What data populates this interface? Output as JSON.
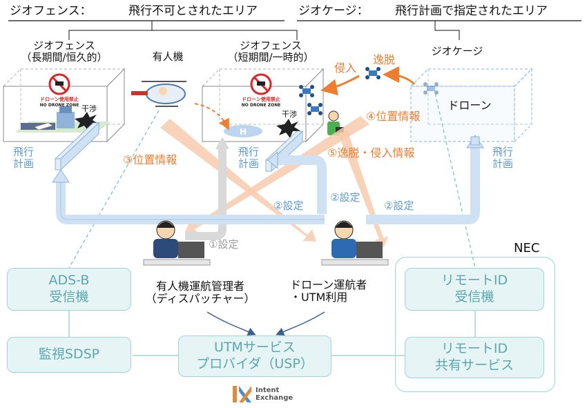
{
  "header": {
    "geofence_title": "ジオフェンス：",
    "geofence_desc": "飛行不可とされたエリア",
    "geocage_title": "ジオケージ：",
    "geocage_desc": "飛行計画で指定されたエリア"
  },
  "zones": {
    "geofence_long": [
      "ジオフェンス",
      "（長期間/恒久的）"
    ],
    "geofence_short": [
      "ジオフェンス",
      "（短期間/一時的）"
    ],
    "geocage": "ジオケージ",
    "drone_in_cage": "ドローン"
  },
  "aircraft": {
    "manned": "有人機",
    "sign_line1": "ドローン使用禁止",
    "sign_line2": "NO DRONE ZONE",
    "heliport": "H"
  },
  "labels": {
    "interference": "干渉",
    "flight_plan": [
      "飛行",
      "計画"
    ],
    "intrusion": "侵入",
    "departure": "逸脱",
    "position_info_3": "③位置情報",
    "position_info_4": "④位置情報",
    "departure_intrusion_info": "⑤逸脱・侵入情報",
    "setting_1": "①設定",
    "setting_2": "②設定"
  },
  "people": {
    "dispatcher": [
      "有人機運航管理者",
      "（ディスパッチャー）"
    ],
    "drone_operator": [
      "ドローン運航者",
      "・UTM利用"
    ]
  },
  "systems": {
    "adsb": [
      "ADS-B",
      "受信機"
    ],
    "sdsp": "監視SDSP",
    "usp": [
      "UTMサービス",
      "プロバイダ（USP）"
    ],
    "remote_id_receiver": [
      "リモートID",
      "受信機"
    ],
    "remote_id_share": [
      "リモートID",
      "共有サービス"
    ],
    "nec": "NEC"
  },
  "logo": {
    "line1": "Intent",
    "line2": "Exchange"
  },
  "colors": {
    "blue": "#5b9bd5",
    "light_blue": "#cfe2f3",
    "orange": "#ed7d31",
    "light_orange": "#f8cbad",
    "gray": "#bfbfbf",
    "teal": "#9fd3d6"
  }
}
